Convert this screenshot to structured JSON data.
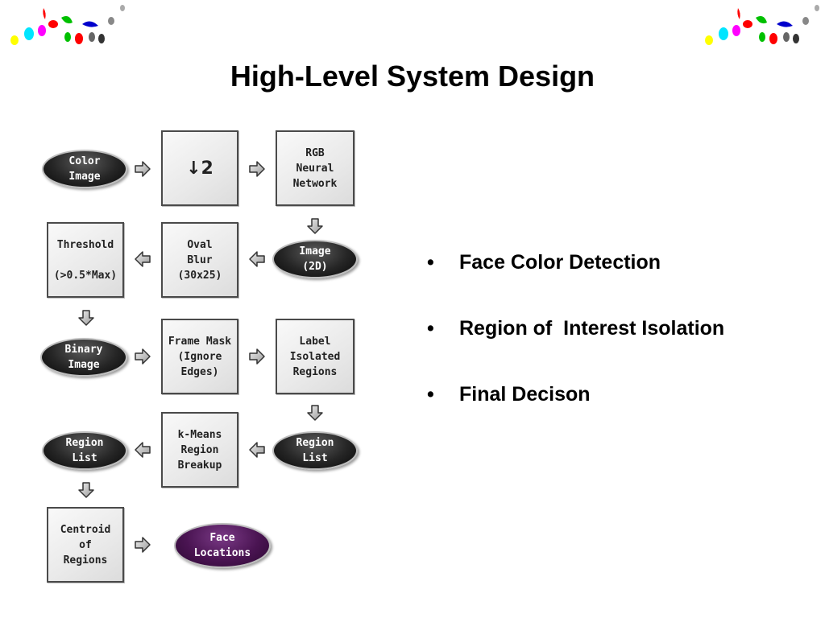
{
  "title": "High-Level System Design",
  "logo": {
    "icon": "paint-splash-logo",
    "colors": [
      "#ffff00",
      "#00e5ff",
      "#ff00ff",
      "#ff0000",
      "#00c000",
      "#0000cc",
      "#888888"
    ]
  },
  "diagram": {
    "nodes": {
      "color_image": "Color\nImage",
      "downsample": "↓2",
      "rgb_nn": "RGB\nNeural\nNetwork",
      "image_2d": "Image\n(2D)",
      "oval_blur": "Oval\nBlur\n(30x25)",
      "threshold": "Threshold\n\n(>0.5*Max)",
      "binary_image": "Binary\nImage",
      "frame_mask": "Frame Mask\n(Ignore\nEdges)",
      "label_regions": "Label\nIsolated\nRegions",
      "region_list_right": "Region\nList",
      "kmeans": "k-Means\nRegion\nBreakup",
      "region_list_left": "Region\nList",
      "centroid": "Centroid\nof\nRegions",
      "face_locations": "Face\nLocations"
    }
  },
  "bullets": {
    "marker": "•",
    "items": [
      "Face Color Detection",
      "Region of  Interest Isolation",
      "Final Decison"
    ]
  }
}
